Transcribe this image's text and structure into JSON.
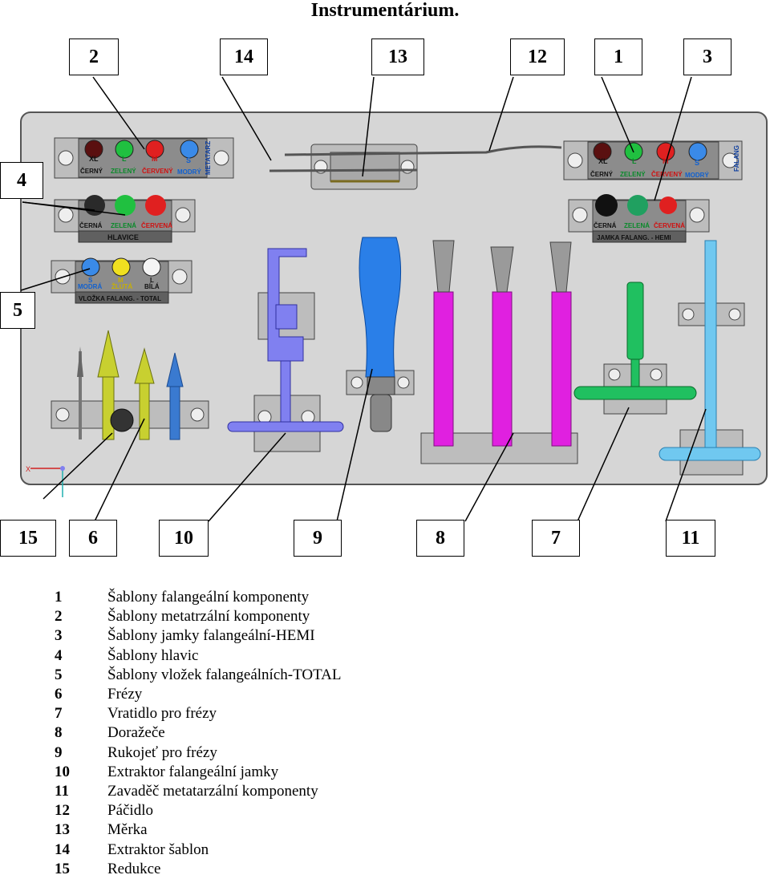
{
  "title": "Instrumentárium.",
  "callouts_top": [
    "2",
    "14",
    "13",
    "12",
    "1",
    "3"
  ],
  "callouts_left": [
    "4",
    "5"
  ],
  "callouts_bottom": [
    "15",
    "6",
    "10",
    "9",
    "8",
    "7",
    "11"
  ],
  "tray_labels": {
    "metatarz": {
      "sizes": [
        "XL",
        "L",
        "M",
        "S"
      ],
      "colors": [
        "ČERNÝ",
        "ZELENÝ",
        "ČERVENÝ",
        "MODRÝ"
      ],
      "side": "METATARZ"
    },
    "falang": {
      "sizes": [
        "XL",
        "L",
        "M",
        "S"
      ],
      "colors": [
        "ČERNÝ",
        "ZELENÝ",
        "ČERVENÝ",
        "MODRÝ"
      ],
      "side": "FALANG"
    },
    "hlavice": {
      "colors": [
        "ČERNÁ",
        "ZELENÁ",
        "ČERVENÁ"
      ],
      "name": "HLAVICE"
    },
    "jamka": {
      "colors": [
        "ČERNÁ",
        "ZELENÁ",
        "ČERVENÁ"
      ],
      "name": "JAMKA FALANG. - HEMI"
    },
    "vlozka": {
      "sizes": [
        "S",
        "M",
        "L"
      ],
      "colors": [
        "MODRÁ",
        "ŽLUTÁ",
        "BÍLÁ"
      ],
      "name": "VLOŽKA FALANG. - TOTAL"
    }
  },
  "axis_labels": {
    "x": "X"
  },
  "colors": {
    "board": "#d6d6d6",
    "plate": "#c0c0c0",
    "magenta": "#e020e0",
    "blue": "#2a7fe8",
    "purple": "#8080f0",
    "green": "#20c060",
    "lightblue": "#70c8f0"
  },
  "legend": [
    {
      "num": "1",
      "text": "Šablony falangeální komponenty"
    },
    {
      "num": "2",
      "text": "Šablony metatrzální komponenty"
    },
    {
      "num": "3",
      "text": "Šablony jamky falangeální-HEMI"
    },
    {
      "num": "4",
      "text": "Šablony hlavic"
    },
    {
      "num": "5",
      "text": "Šablony vložek falangeálních-TOTAL"
    },
    {
      "num": "6",
      "text": "Frézy"
    },
    {
      "num": "7",
      "text": "Vratidlo pro frézy"
    },
    {
      "num": "8",
      "text": "Doražeče"
    },
    {
      "num": "9",
      "text": "Rukojeť pro frézy"
    },
    {
      "num": "10",
      "text": "Extraktor falangeální jamky"
    },
    {
      "num": "11",
      "text": "Zavaděč metatarzální komponenty"
    },
    {
      "num": "12",
      "text": "Páčidlo"
    },
    {
      "num": "13",
      "text": "Měrka"
    },
    {
      "num": "14",
      "text": "Extraktor šablon"
    },
    {
      "num": "15",
      "text": "Redukce"
    }
  ]
}
